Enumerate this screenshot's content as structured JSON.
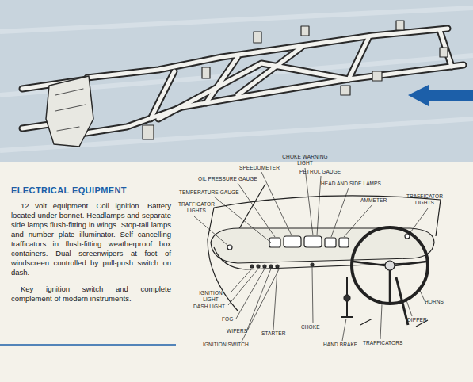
{
  "diagram": {
    "title": "ELECTRICAL EQUIPMENT",
    "labels": [
      "12 volt equipment. Coil ignition. Battery located under bonnet. Headlamps and separate side lamps flush-fitting in wings. Stop-tail lamps and number plate illuminator. Self cancelling trafficators in flush-fitting weatherproof box containers. Dual screenwipers at foot of windscreen controlled by pull-push switch on dash.",
      "Key ignition switch and complete complement of modern instruments.",
      "CHOKE WARNING LIGHT",
      "SPEEDOMETER",
      "PETROL GAUGE",
      "OIL PRESSURE GAUGE",
      "HEAD AND SIDE LAMPS",
      "TEMPERATURE GAUGE",
      "TRAFFICATOR LIGHTS",
      "AMMETER",
      "TRAFFICATOR LIGHTS",
      "IGNITION LIGHT",
      "DASH LIGHT",
      "FOG",
      "WIPERS",
      "STARTER",
      "IGNITION SWITCH",
      "CHOKE",
      "HAND BRAKE",
      "TRAFFICATORS",
      "DIPPER",
      "HORNS"
    ]
  }
}
